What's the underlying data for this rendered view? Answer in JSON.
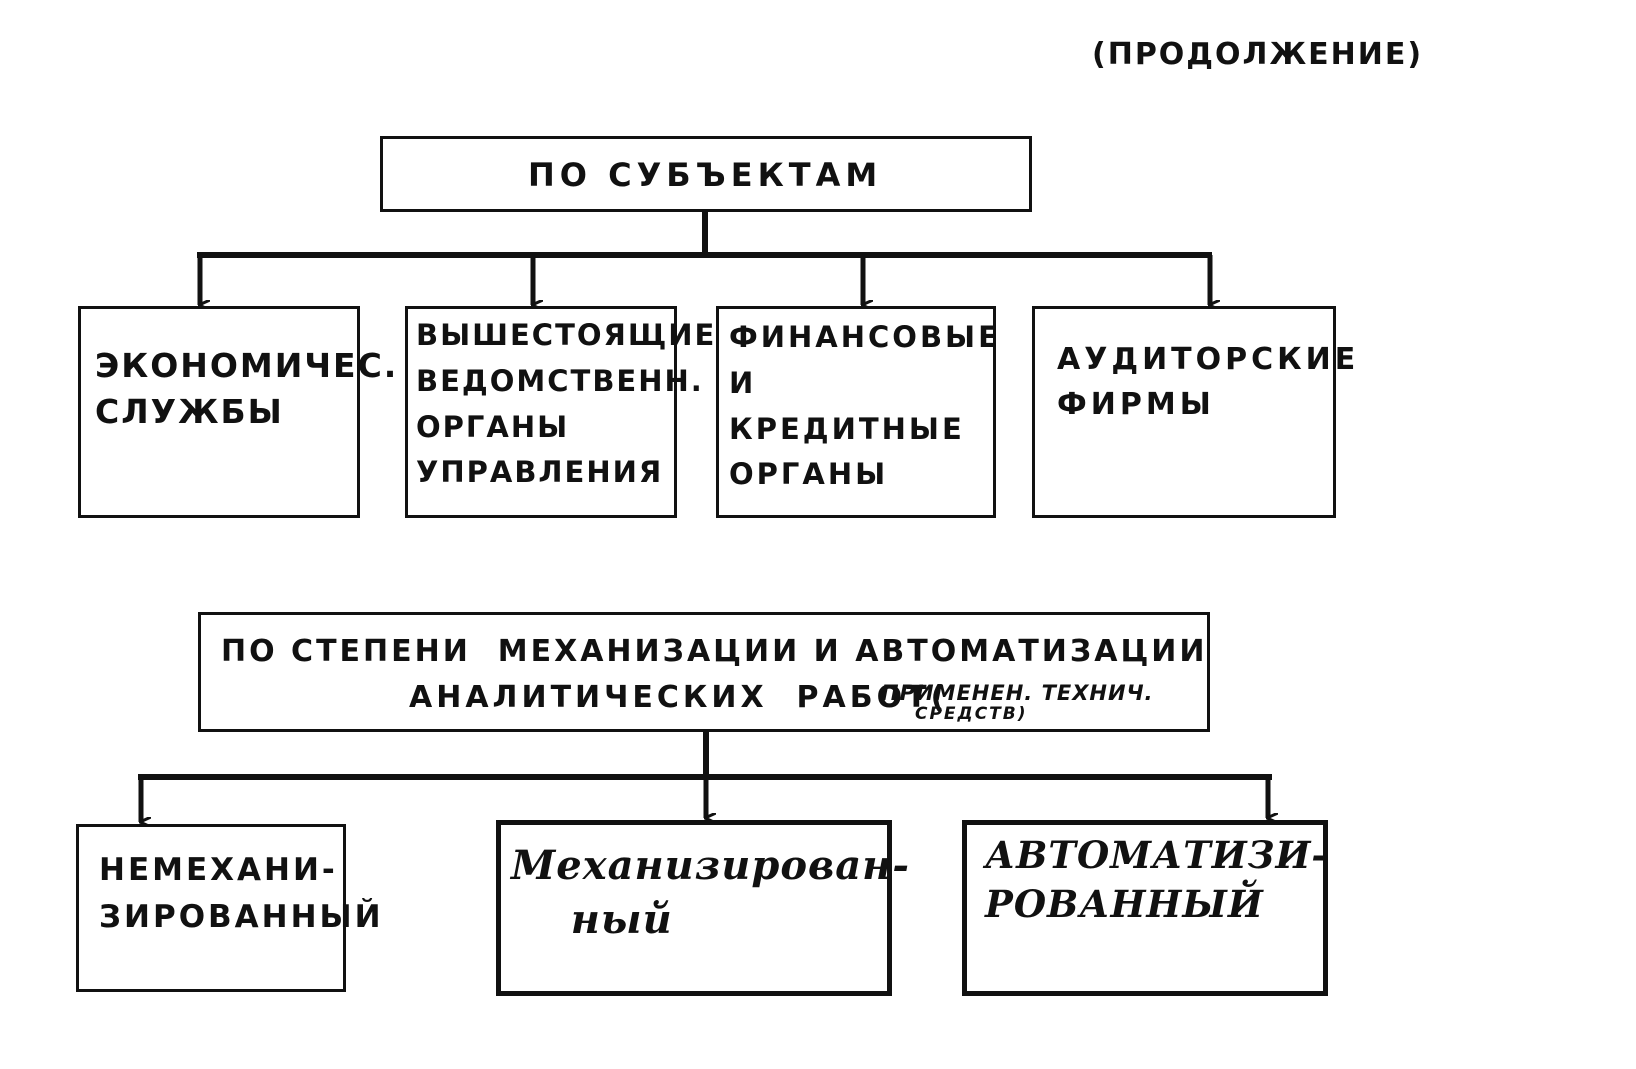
{
  "header": {
    "continuation": "(ПРОДОЛЖЕНИЕ)"
  },
  "tree1": {
    "root": "По субъектам",
    "children": [
      "Экономичес.\n  службы",
      "Вышестоящие\nведомственн.\nорганы\nуправления",
      "Финансовые\nи кредитные\nорганы",
      "Аудиторские\n     фирмы"
    ]
  },
  "tree2": {
    "root_line1": "По степени  механизации и автоматизации",
    "root_line2": "аналитических  работ(",
    "root_note_line1": "применен. технич.",
    "root_note_line2": "средств)",
    "children": [
      "Немехани-\nзированный",
      "Механизирован-\n    ный",
      "Автоматизи-\nрованный"
    ]
  }
}
